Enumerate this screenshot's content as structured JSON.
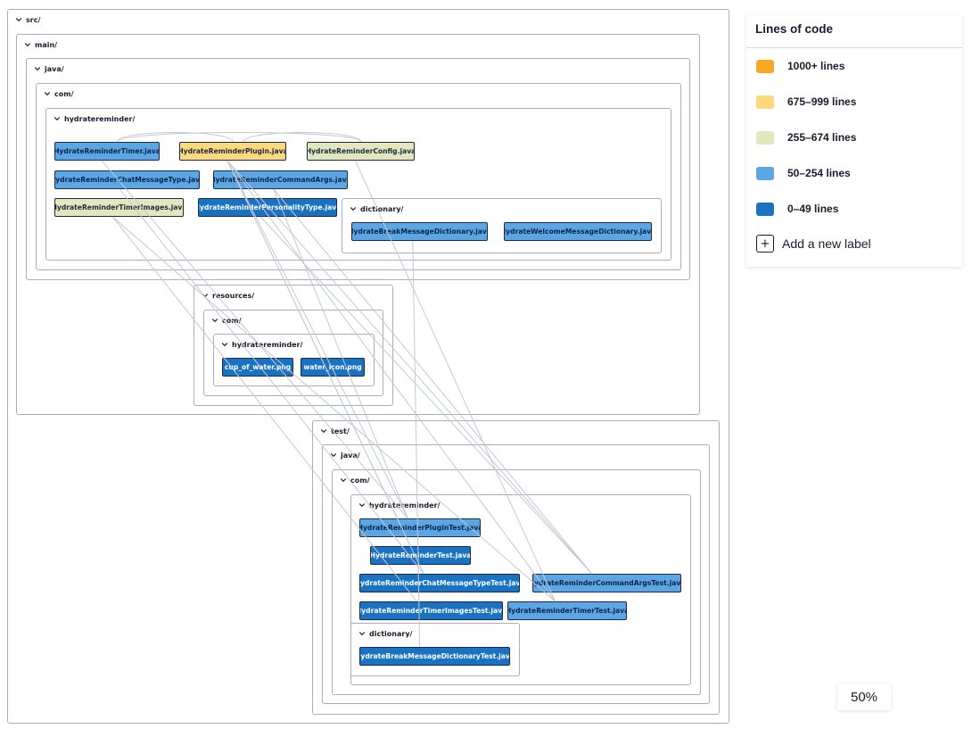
{
  "folders": {
    "src": "src/",
    "main": "main/",
    "main_java": "java/",
    "main_com": "com/",
    "main_hydratereminder": "hydratereminder/",
    "main_dictionary": "dictionary/",
    "resources": "resources/",
    "res_com": "com/",
    "res_hydratereminder": "hydratereminder/",
    "test": "test/",
    "test_java": "java/",
    "test_com": "com/",
    "test_hydratereminder": "hydratereminder/",
    "test_dictionary": "dictionary/"
  },
  "files": {
    "timer": {
      "name": "HydrateReminderTimer.java",
      "lines": "50–254 lines"
    },
    "plugin": {
      "name": "HydrateReminderPlugin.java",
      "lines": "675–999 lines"
    },
    "config": {
      "name": "HydrateReminderConfig.java",
      "lines": "255–674 lines"
    },
    "chat_type": {
      "name": "HydrateReminderChatMessageType.java",
      "lines": "50–254 lines"
    },
    "command_args": {
      "name": "HydrateReminderCommandArgs.java",
      "lines": "50–254 lines"
    },
    "timer_images": {
      "name": "HydrateReminderTimerImages.java",
      "lines": "255–674 lines"
    },
    "personality": {
      "name": "HydrateReminderPersonalityType.java",
      "lines": "0–49 lines"
    },
    "break_dict": {
      "name": "HydrateBreakMessageDictionary.java",
      "lines": "50–254 lines"
    },
    "welcome_dict": {
      "name": "HydrateWelcomeMessageDictionary.java",
      "lines": "50–254 lines"
    },
    "cup": {
      "name": "cup_of_water.png",
      "lines": "0–49 lines"
    },
    "water_icon": {
      "name": "water_icon.png",
      "lines": "0–49 lines"
    },
    "plugin_test": {
      "name": "HydrateReminderPluginTest.java",
      "lines": "50–254 lines"
    },
    "reminder_test": {
      "name": "HydrateReminderTest.java",
      "lines": "0–49 lines"
    },
    "chat_type_test": {
      "name": "HydrateReminderChatMessageTypeTest.java",
      "lines": "0–49 lines"
    },
    "command_args_test": {
      "name": "HydrateReminderCommandArgsTest.java",
      "lines": "50–254 lines"
    },
    "timer_images_test": {
      "name": "HydrateReminderTimerImagesTest.java",
      "lines": "0–49 lines"
    },
    "timer_test": {
      "name": "HydrateReminderTimerTest.java",
      "lines": "50–254 lines"
    },
    "break_dict_test": {
      "name": "HydrateBreakMessageDictionaryTest.java",
      "lines": "0–49 lines"
    }
  },
  "dependencies": [
    [
      "timer",
      "plugin"
    ],
    [
      "timer",
      "config"
    ],
    [
      "plugin",
      "config"
    ],
    [
      "plugin_test",
      "plugin"
    ],
    [
      "plugin_test",
      "command_args"
    ],
    [
      "plugin_test",
      "timer"
    ],
    [
      "reminder_test",
      "plugin"
    ],
    [
      "chat_type_test",
      "chat_type"
    ],
    [
      "chat_type_test",
      "plugin"
    ],
    [
      "command_args_test",
      "command_args"
    ],
    [
      "command_args_test",
      "plugin"
    ],
    [
      "command_args_test",
      "personality"
    ],
    [
      "timer_test",
      "plugin"
    ],
    [
      "timer_test",
      "config"
    ],
    [
      "timer_test",
      "timer_images"
    ],
    [
      "timer_images_test",
      "timer_images"
    ],
    [
      "break_dict_test",
      "break_dict"
    ]
  ],
  "legend": {
    "title": "Lines of code",
    "items": [
      {
        "label": "1000+ lines",
        "color": "#f9a825"
      },
      {
        "label": "675–999 lines",
        "color": "#fcd87e"
      },
      {
        "label": "255–674 lines",
        "color": "#e2e8bc"
      },
      {
        "label": "50–254 lines",
        "color": "#5ba6e4"
      },
      {
        "label": "0–49 lines",
        "color": "#1a73c2"
      }
    ],
    "add_label": "Add a new label",
    "add_icon": "plus-icon"
  },
  "zoom": "50%"
}
